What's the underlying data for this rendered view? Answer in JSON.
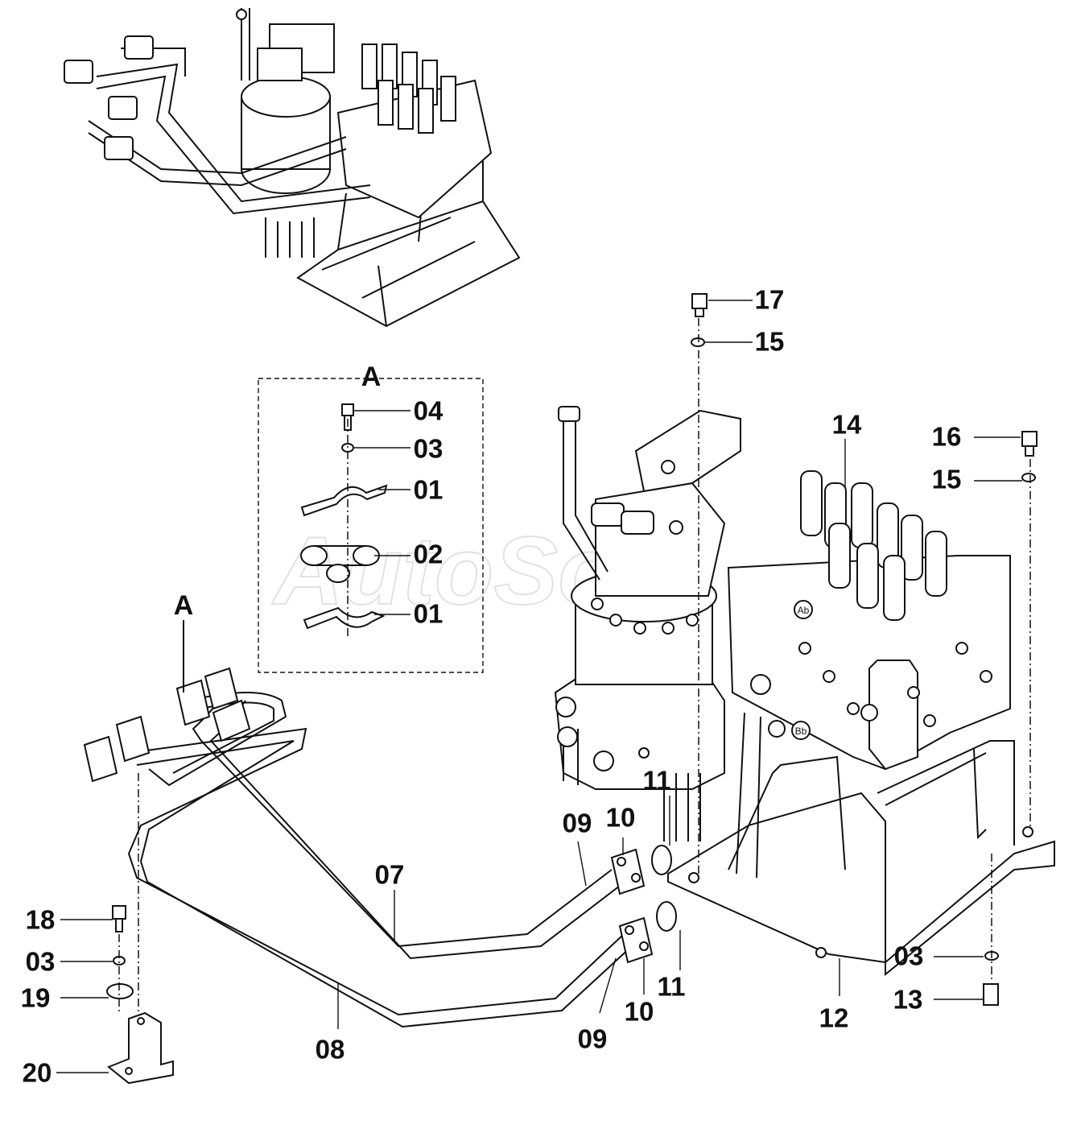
{
  "diagram": {
    "watermark": "AutoSoft",
    "detail_view": {
      "title": "A",
      "callouts": [
        "04",
        "03",
        "01",
        "02",
        "01"
      ]
    },
    "view_marker": "A",
    "callouts": {
      "c17": "17",
      "c15a": "15",
      "c14": "14",
      "c16": "16",
      "c15b": "15",
      "c11a": "11",
      "c10a": "10",
      "c09a": "09",
      "c07": "07",
      "c18": "18",
      "c03a": "03",
      "c19": "19",
      "c20": "20",
      "c08": "08",
      "c09b": "09",
      "c10b": "10",
      "c11b": "11",
      "c12": "12",
      "c03b": "03",
      "c13": "13"
    },
    "port_labels": {
      "ab": "Ab",
      "bb": "Bb"
    }
  }
}
